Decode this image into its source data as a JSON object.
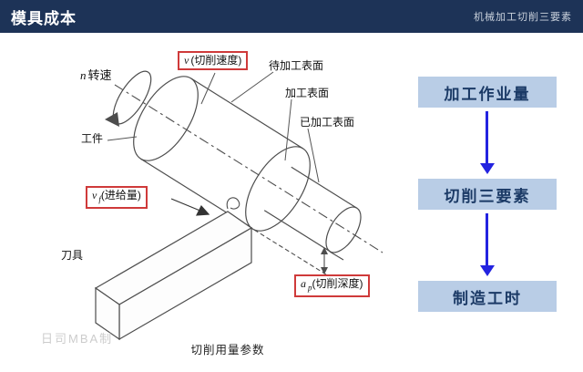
{
  "header": {
    "title": "模具成本",
    "subtitle": "机械加工切削三要素"
  },
  "diagram": {
    "caption": "切削用量参数",
    "watermark": "日司MBA制",
    "labels": {
      "rotation_symbol": "n",
      "rotation_text": "转速",
      "speed_symbol": "v",
      "speed_text": "(切削速度)",
      "surface_to_cut": "待加工表面",
      "surface_cutting": "加工表面",
      "surface_cut": "已加工表面",
      "workpiece": "工件",
      "feed_symbol": "v",
      "feed_sub": "f",
      "feed_text": "(进给量)",
      "tool": "刀具",
      "depth_symbol": "a",
      "depth_sub": "p",
      "depth_text": "(切削深度)"
    }
  },
  "flowchart": {
    "steps": [
      "加工作业量",
      "切削三要素",
      "制造工时"
    ]
  },
  "colors": {
    "header_bg": "#1d3357",
    "red_box_border": "#cf3a3a",
    "flow_box_bg": "#b9cde6",
    "flow_text": "#1b3a66",
    "arrow_blue": "#2323e0"
  }
}
